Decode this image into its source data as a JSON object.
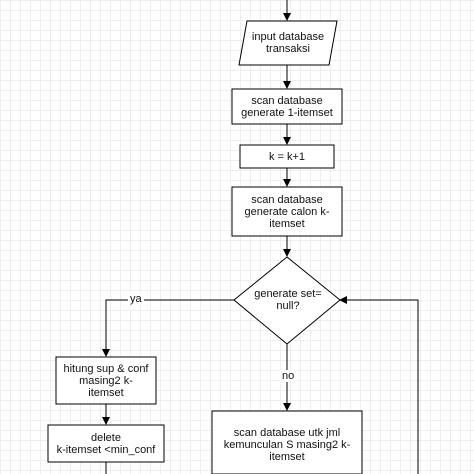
{
  "nodes": {
    "input": "input database\ntransaksi",
    "scan1": "scan database\ngenerate 1-itemset",
    "kinc": "k = k+1",
    "scan2": "scan database\ngenerate calon k-\nitemset",
    "decision": "generate set=\nnull?",
    "hitung": "hitung sup & conf\nmasing2 k-\nitemset",
    "delete": "delete\nk-itemset <min_conf",
    "scan3": "scan database utk jml\nkemunculan S masing2 k-\nitemset"
  },
  "edges": {
    "yes": "ya",
    "no": "no"
  },
  "colors": {
    "stroke": "#000000",
    "fill": "#ffffff",
    "grid": "#eeeeee"
  }
}
